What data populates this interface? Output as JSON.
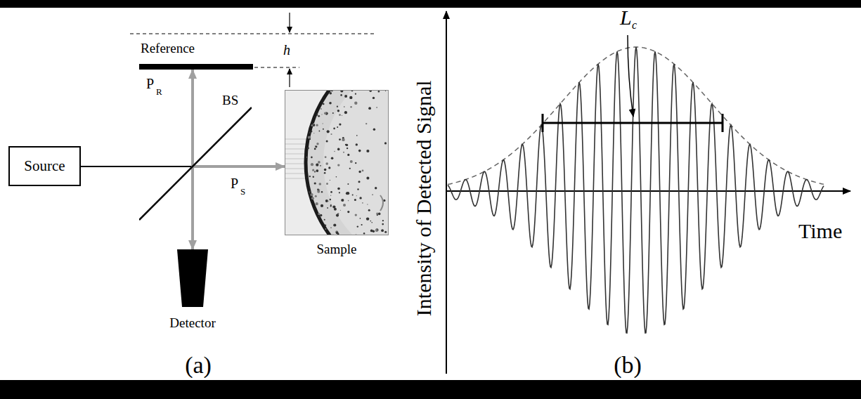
{
  "diagram": {
    "nodes": [
      {
        "text": [
          "Source"
        ]
      },
      {
        "text": [
          "Reference"
        ]
      },
      {
        "text": [
          "BS"
        ]
      },
      {
        "text": [
          "Sample"
        ]
      },
      {
        "text": [
          "Detector"
        ]
      }
    ],
    "edges": [
      {
        "from": 0,
        "to": 2,
        "arrow": "none"
      },
      {
        "from": 2,
        "to": 1,
        "arrow": "to"
      },
      {
        "from": 2,
        "to": 3,
        "arrow": "to"
      },
      {
        "from": 2,
        "to": 4,
        "arrow": "to"
      }
    ],
    "labels": [
      "h",
      "P",
      "R",
      "P",
      "S",
      "(a)",
      "Intensity of Detected Signal",
      "L",
      "c",
      "Time",
      "(b)"
    ]
  }
}
